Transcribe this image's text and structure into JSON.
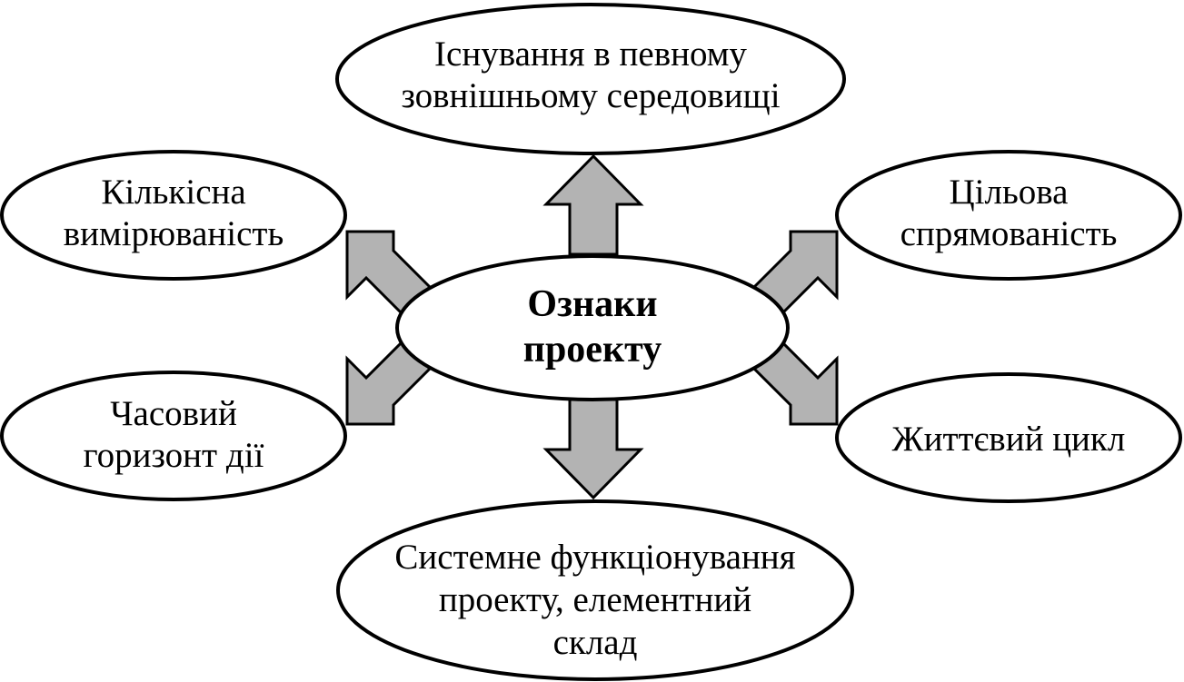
{
  "diagram": {
    "center": {
      "lines": [
        "Ознаки",
        "проекту"
      ]
    },
    "nodes": {
      "top": {
        "lines": [
          "Існування в певному",
          "зовнішньому середовищі"
        ]
      },
      "upper_left": {
        "lines": [
          "Кількісна",
          "вимірюваність"
        ]
      },
      "upper_right": {
        "lines": [
          "Цільова",
          "спрямованість"
        ]
      },
      "lower_left": {
        "lines": [
          "Часовий",
          "горизонт дії"
        ]
      },
      "lower_right": {
        "lines": [
          "Життєвий цикл"
        ]
      },
      "bottom": {
        "lines": [
          "Системне функціонування",
          "проекту, елементний",
          "склад"
        ]
      }
    },
    "colors": {
      "arrow_fill": "#b3b3b3",
      "outline": "#000000",
      "background": "#ffffff"
    }
  }
}
